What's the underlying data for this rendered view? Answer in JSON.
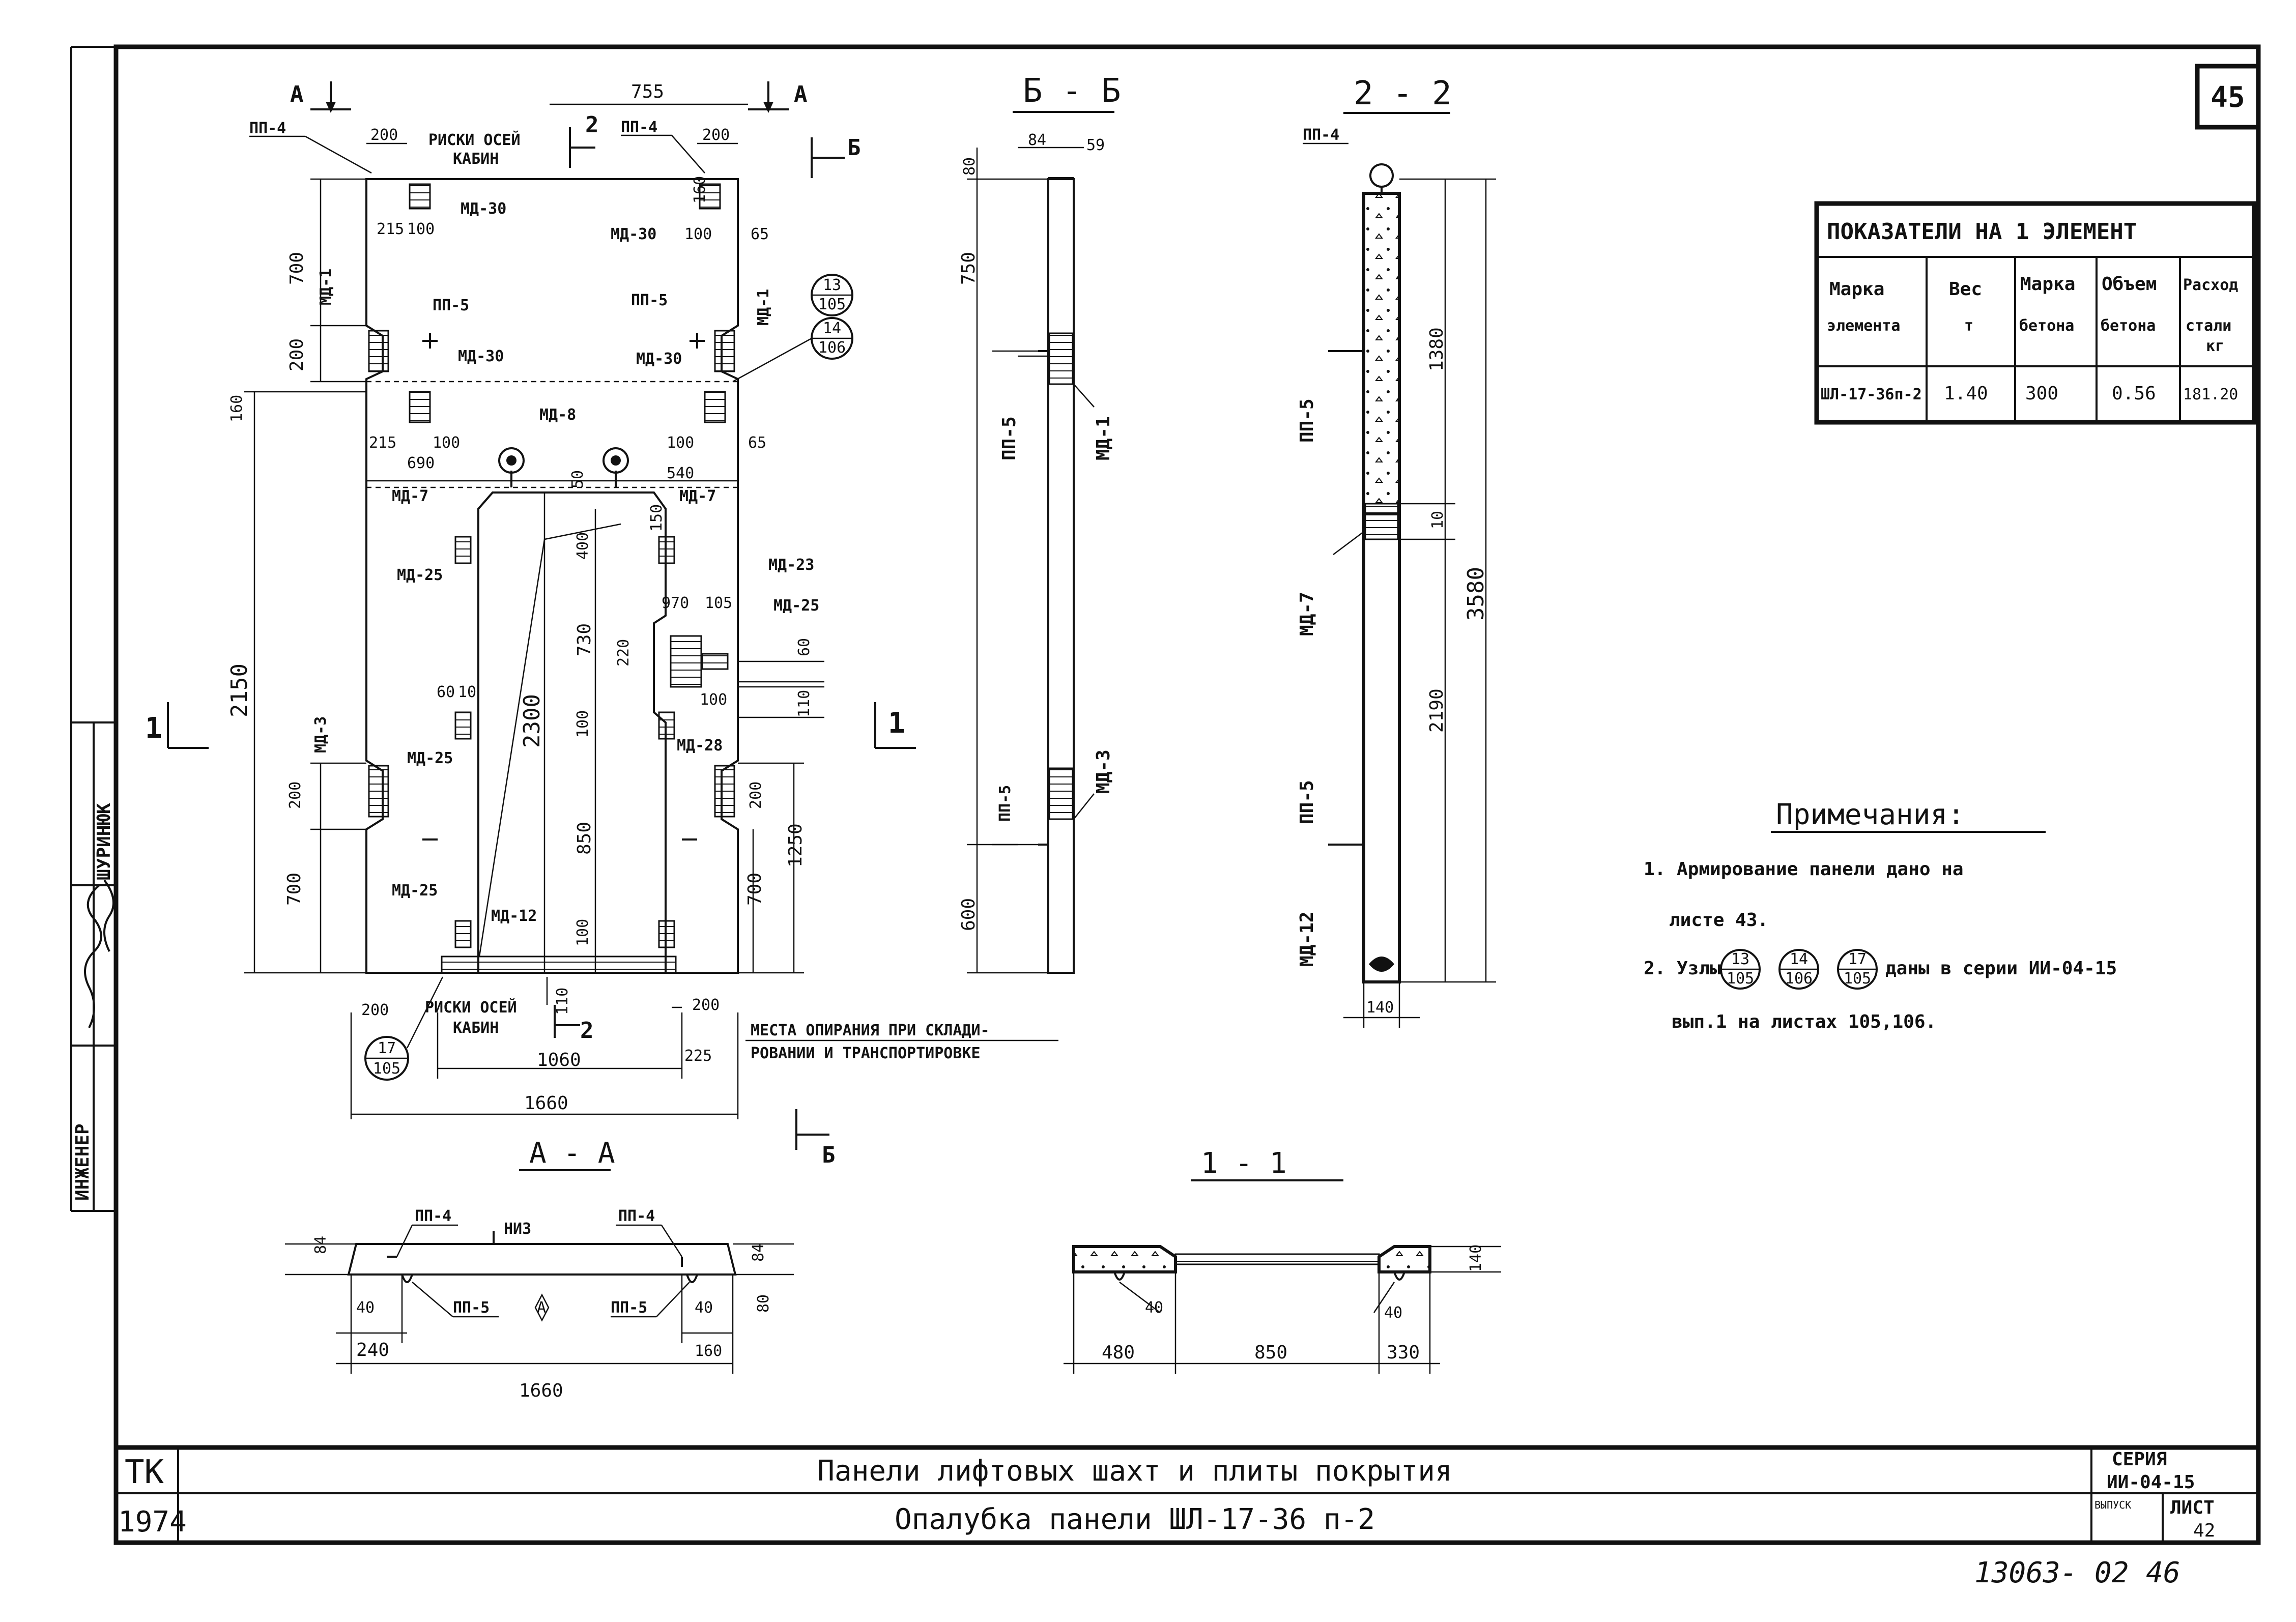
{
  "sheet_number": "45",
  "bottom_note": "13063- 02  46",
  "title_block": {
    "org": "ТК",
    "year": "1974",
    "title_main": "Панели лифтовых шахт и плиты покрытия",
    "title_sub": "Опалубка панели ШЛ-17-36 п-2",
    "series_label": "СЕРИЯ",
    "series_value": "ИИ-04-15",
    "sheet_label": "ЛИСТ",
    "sheet_value": "42",
    "vyp_label": "ВЫПУСК",
    "side_role": "ИНЖЕНЕР",
    "side_name": "ШУРИНЮК"
  },
  "section_titles": {
    "aa": "А - А",
    "bb": "Б - Б",
    "s22": "2 - 2",
    "s11": "1 - 1"
  },
  "markers": {
    "a_left": "А",
    "a_right": "А",
    "b_top": "Б",
    "b_bottom": "Б",
    "one_left": "1",
    "one_right": "1",
    "two_top": "2",
    "two_bottom": "2"
  },
  "labels": {
    "pp4": "ПП-4",
    "pp5": "ПП-5",
    "md30": "МД-30",
    "md1": "МД-1",
    "md8": "МД-8",
    "md7": "МД-7",
    "md25": "МД-25",
    "md23": "МД-23",
    "md28": "МД-28",
    "md3": "МД-3",
    "md12": "МД-12",
    "riski_top": "РИСКИ ОСЕЙ",
    "kabin": "КАБИН",
    "riski_bottom": "РИСКИ ОСЕЙ",
    "mesta_1": "МЕСТА ОПИРАНИЯ ПРИ СКЛАДИ-",
    "mesta_2": "РОВАНИИ И ТРАНСПОРТИРОВКЕ",
    "niz": "НИЗ",
    "a_circle": "А"
  },
  "nodes": [
    {
      "top": "13",
      "bottom": "105"
    },
    {
      "top": "14",
      "bottom": "106"
    },
    {
      "top": "17",
      "bottom": "105"
    }
  ],
  "dims": {
    "d755": "755",
    "d200a": "200",
    "d200b": "200",
    "d215a": "215",
    "d100a": "100",
    "d160": "160",
    "d100b": "100",
    "d65a": "65",
    "d700a": "700",
    "d200c": "200",
    "d160b": "160",
    "d215b": "215",
    "d100c": "100",
    "d690": "690",
    "d50": "50",
    "d150": "150",
    "d540": "540",
    "d100d": "100",
    "d65b": "65",
    "d400": "400",
    "d2150": "2150",
    "d2300": "2300",
    "d730": "730",
    "d220": "220",
    "d970": "970",
    "d105": "105",
    "d60a": "60",
    "d110a": "110",
    "d100e": "100",
    "d60b": "60",
    "d10a": "10",
    "d100f": "100",
    "d850a": "850",
    "d200d": "200",
    "d200e": "200",
    "d1250": "1250",
    "d700b": "700",
    "d700c": "700",
    "d100g": "100",
    "d110b": "110",
    "d200f": "200",
    "d200g": "200",
    "d225": "225",
    "d1060": "1060",
    "d1660a": "1660",
    "bb84": "84",
    "bb59": "59",
    "bb80": "80",
    "bb750": "750",
    "bb600": "600",
    "s1380": "1380",
    "s10": "10",
    "s3580": "3580",
    "s2190": "2190",
    "s140": "140",
    "aa84a": "84",
    "aa84b": "84",
    "aa40a": "40",
    "aa40b": "40",
    "aa80": "80",
    "aa240": "240",
    "aa160": "160",
    "aa1660": "1660",
    "o140": "140",
    "o40a": "40",
    "o40b": "40",
    "o480": "480",
    "o850": "850",
    "o330": "330"
  },
  "table": {
    "title": "ПОКАЗАТЕЛИ НА 1 ЭЛЕМЕНТ",
    "headers": [
      [
        "Марка",
        "элемента"
      ],
      [
        "Вес",
        "т"
      ],
      [
        "Марка",
        "бетона"
      ],
      [
        "Объем",
        "бетона"
      ],
      [
        "Расход",
        "стали",
        "кг"
      ]
    ],
    "row": [
      "ШЛ-17-36п-2",
      "1.40",
      "300",
      "0.56",
      "181.20"
    ]
  },
  "notes": {
    "title": "Примечания:",
    "n1_a": "1. Армирование панели дано на",
    "n1_b": "листе 43.",
    "n2_a": "2. Узлы",
    "n2_b": "даны в серии ИИ-04-15",
    "n2_c": "вып.1  на листах 105,106."
  }
}
